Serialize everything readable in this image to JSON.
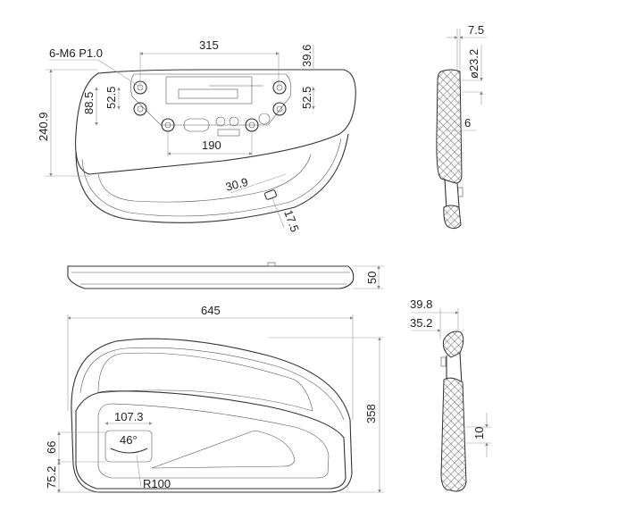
{
  "top_view": {
    "thread_callout": "6-M6 P1.0",
    "dim_hole_spacing_top": "315",
    "dim_top_offset": "39.6",
    "dim_height": "240.9",
    "dim_hole_vertical_outer": "88.5",
    "dim_hole_vertical_left": "52.5",
    "dim_hole_vertical_right": "52.5",
    "dim_hole_spacing_bottom": "190",
    "dim_button_offset": "30.9",
    "dim_button_width": "17.5"
  },
  "side_view_top": {
    "dim_thickness": "7.5",
    "dim_diameter": "ø23.2",
    "dim_offset": "6"
  },
  "front_view": {
    "dim_thickness": "50"
  },
  "bottom_view": {
    "dim_width": "645",
    "dim_height": "358",
    "dim_window_width": "107.3",
    "dim_angle": "46°",
    "dim_window_height": "66",
    "dim_window_bottom": "75.2",
    "dim_radius": "R100"
  },
  "side_view_bottom": {
    "dim_outer": "39.8",
    "dim_inner": "35.2",
    "dim_offset": "10"
  }
}
